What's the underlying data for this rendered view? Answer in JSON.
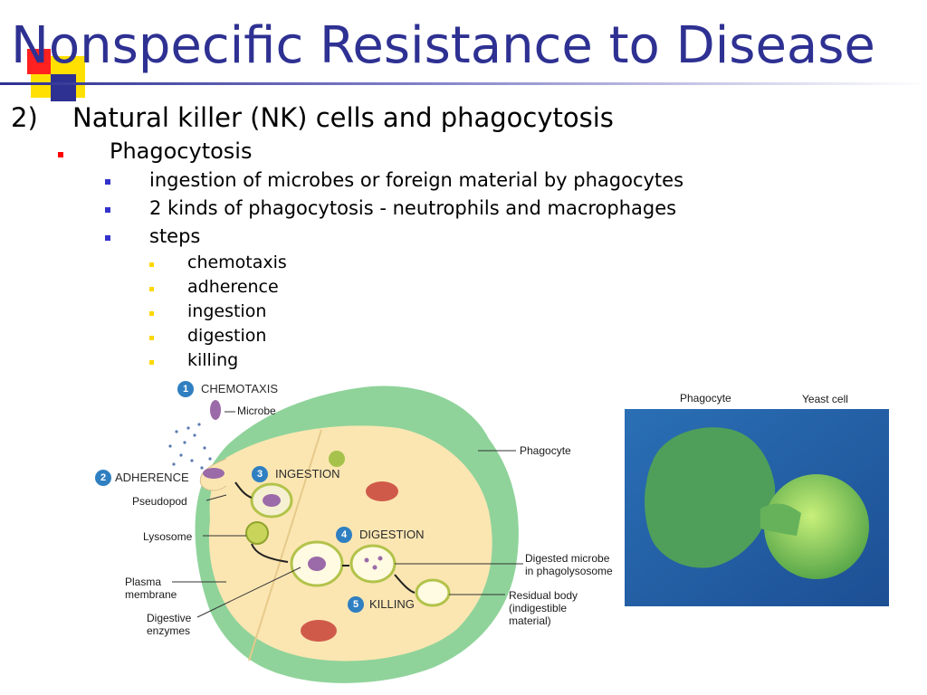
{
  "title": "Nonspecific Resistance to Disease",
  "heading": {
    "number": "2)",
    "text": "Natural killer (NK) cells and phagocytosis"
  },
  "subheading": "Phagocytosis",
  "points": [
    "ingestion of microbes or foreign material by phagocytes",
    "2 kinds of phagocytosis - neutrophils and macrophages",
    "steps"
  ],
  "steps": [
    "chemotaxis",
    "adherence",
    "ingestion",
    "digestion",
    "killing"
  ],
  "diagram": {
    "stages": [
      {
        "num": "1",
        "label": "CHEMOTAXIS"
      },
      {
        "num": "2",
        "label": "ADHERENCE"
      },
      {
        "num": "3",
        "label": "INGESTION"
      },
      {
        "num": "4",
        "label": "DIGESTION"
      },
      {
        "num": "5",
        "label": "KILLING"
      }
    ],
    "labels": {
      "microbe": "Microbe",
      "phagocyte": "Phagocyte",
      "pseudopod": "Pseudopod",
      "lysosome": "Lysosome",
      "plasma_membrane_1": "Plasma",
      "plasma_membrane_2": "membrane",
      "digestive_enzymes_1": "Digestive",
      "digestive_enzymes_2": "enzymes",
      "digested_microbe_1": "Digested microbe",
      "digested_microbe_2": "in phagolysosome",
      "residual_body_1": "Residual body",
      "residual_body_2": "(indigestible",
      "residual_body_3": "material)"
    }
  },
  "photo": {
    "phagocyte": "Phagocyte",
    "yeast_cell": "Yeast cell"
  },
  "colors": {
    "title": "#2e3192",
    "bullet_level1": "#ff0000",
    "bullet_level2": "#3333cc",
    "bullet_level3": "#ffd800",
    "step_badge": "#2f7fc1",
    "cell_outer": "#8fd39a",
    "cell_inner": "#fbe6b2"
  }
}
